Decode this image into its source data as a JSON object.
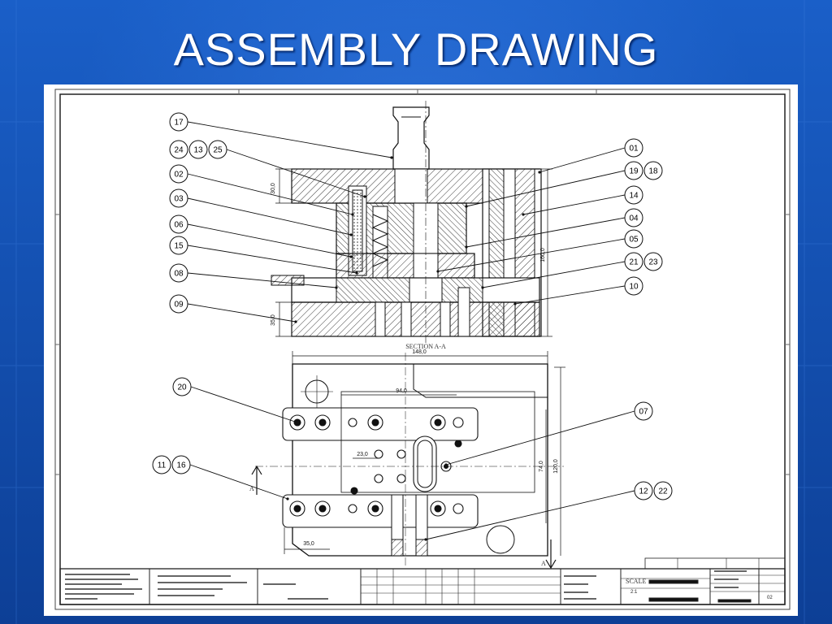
{
  "slide": {
    "title": "ASSEMBLY DRAWING"
  },
  "drawing": {
    "header_text": "",
    "section_label": "SECTION A-A",
    "section_marker": "A",
    "dimensions": {
      "overall_width": "148,0",
      "inner_width": "94,0",
      "small_offset": "23,0",
      "bottom_offset": "35,0",
      "height_a": "74,0",
      "height_b": "120,0",
      "total_height": "160,0",
      "plate_top": "30,0",
      "plate_bottom": "35,0"
    },
    "balloons_left": [
      [
        "17"
      ],
      [
        "24",
        "13",
        "25"
      ],
      [
        "02"
      ],
      [
        "03"
      ],
      [
        "06"
      ],
      [
        "15"
      ],
      [
        "08"
      ],
      [
        "09"
      ]
    ],
    "balloons_right": [
      [
        "01"
      ],
      [
        "19",
        "18"
      ],
      [
        "14"
      ],
      [
        "04"
      ],
      [
        "05"
      ],
      [
        "21",
        "23"
      ],
      [
        "10"
      ]
    ],
    "balloons_plan": [
      [
        "20"
      ],
      [
        "11",
        "16"
      ],
      [
        "07"
      ],
      [
        "12",
        "22"
      ]
    ],
    "title_block": {
      "scale_label": "SCALE",
      "scale_value": "2:1",
      "sheet_number": "02"
    }
  }
}
